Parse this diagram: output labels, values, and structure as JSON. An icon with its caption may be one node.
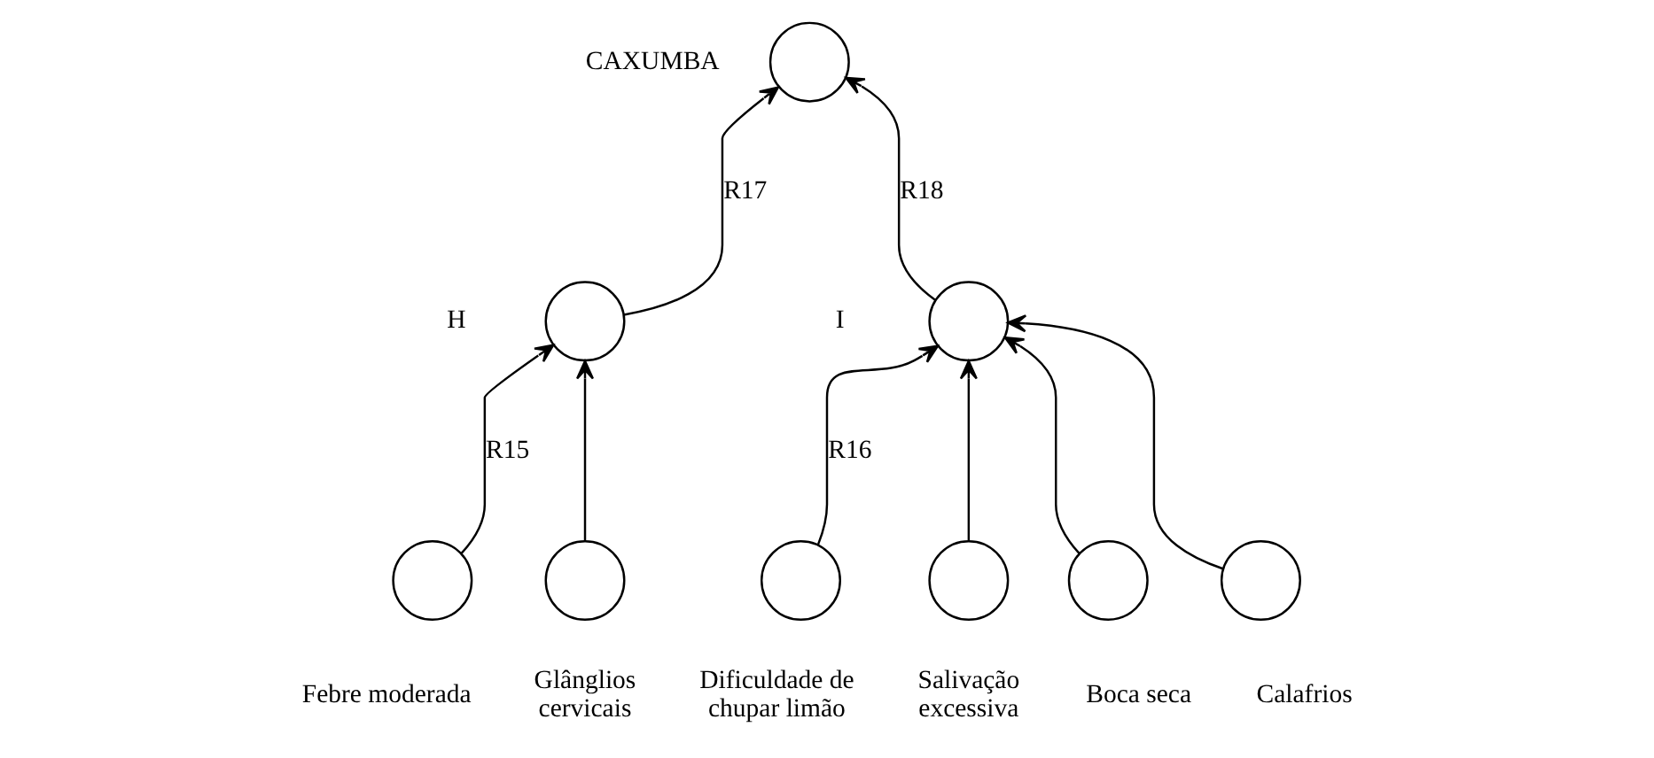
{
  "diagram": {
    "nodes": [
      {
        "text": [],
        "shape": "circle",
        "beside": [
          "CAXUMBA"
        ]
      },
      {
        "text": [],
        "shape": "circle",
        "beside": [
          "H"
        ]
      },
      {
        "text": [],
        "shape": "circle",
        "beside": [
          "I"
        ]
      },
      {
        "text": [],
        "shape": "circle",
        "beside": [
          "Febre moderada"
        ]
      },
      {
        "text": [],
        "shape": "circle",
        "beside": [
          "Glânglios cervicais"
        ]
      },
      {
        "text": [],
        "shape": "circle",
        "beside": [
          "Dificuldade de chupar limão"
        ]
      },
      {
        "text": [],
        "shape": "circle",
        "beside": [
          "Salivação excessiva"
        ]
      },
      {
        "text": [],
        "shape": "circle",
        "beside": [
          "Boca seca"
        ]
      },
      {
        "text": [],
        "shape": "circle",
        "beside": [
          "Calafrios"
        ]
      }
    ],
    "edges": [
      {
        "from": 3,
        "to": 1,
        "arrow": "to",
        "label": "R15"
      },
      {
        "from": 4,
        "to": 1,
        "arrow": "to"
      },
      {
        "from": 5,
        "to": 2,
        "arrow": "to",
        "label": "R16"
      },
      {
        "from": 6,
        "to": 2,
        "arrow": "to"
      },
      {
        "from": 7,
        "to": 2,
        "arrow": "to"
      },
      {
        "from": 8,
        "to": 2,
        "arrow": "to"
      },
      {
        "from": 1,
        "to": 0,
        "arrow": "to",
        "label": "R17"
      },
      {
        "from": 2,
        "to": 0,
        "arrow": "to",
        "label": "R18"
      }
    ]
  }
}
